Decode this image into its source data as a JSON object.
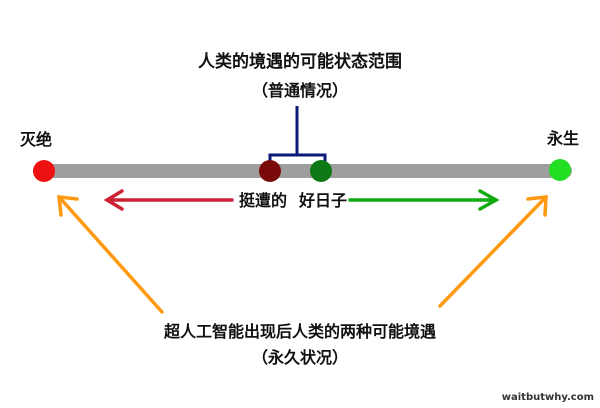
{
  "title": "人类的境遇的可能状态范围",
  "subtitle": "（普通情况）",
  "left_end_label": "灭绝",
  "right_end_label": "永生",
  "bad_label": "挺遭的",
  "good_label": "好日子",
  "bottom_title": "超人工智能出现后人类的两种可能境遇",
  "bottom_subtitle": "（永久状况）",
  "watermark": "waitbutwhy.com",
  "colors": {
    "bar": "#9e9e9e",
    "extinction": "#ee1111",
    "bad": "#7a0a0a",
    "good": "#0d7a15",
    "immortality": "#22dd22",
    "bracket": "#0a1a7a",
    "bad_arrow": "#cc2233",
    "good_arrow": "#11aa11",
    "orange_arrow": "#ff9911"
  }
}
